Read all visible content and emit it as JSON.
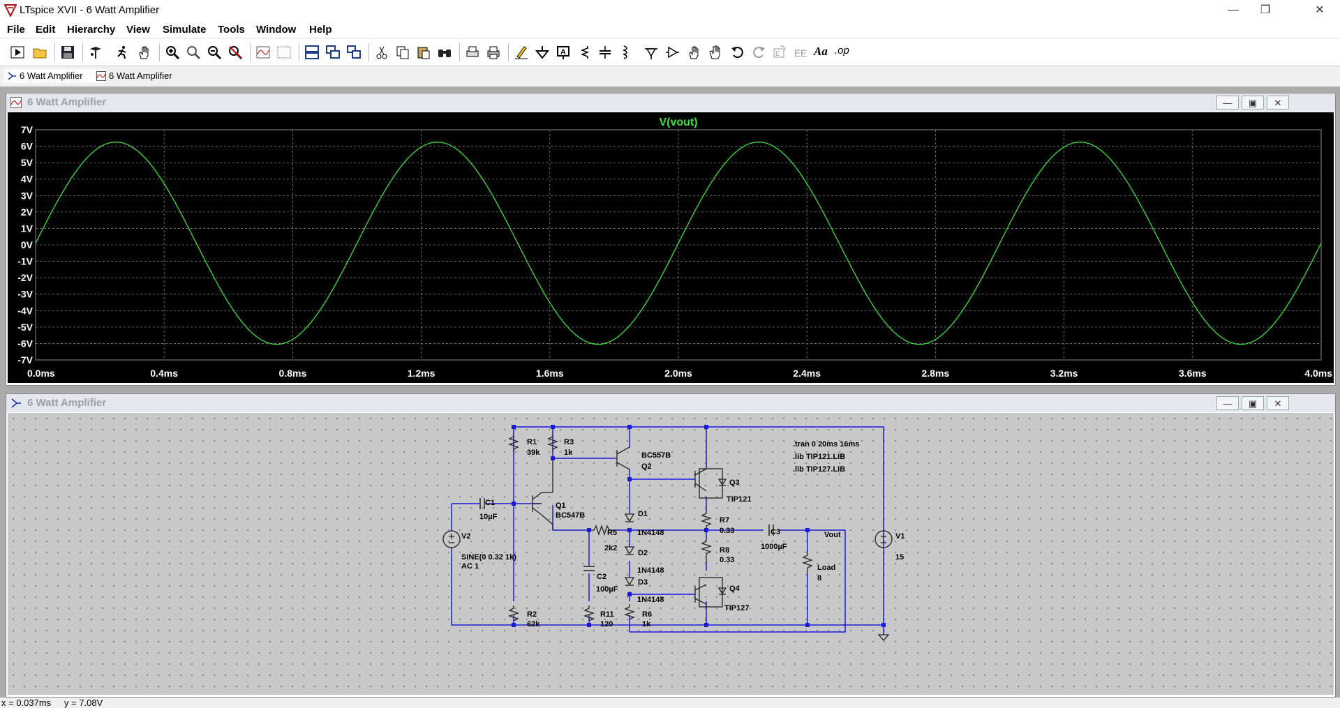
{
  "window": {
    "title": "LTspice XVII - 6 Watt Amplifier",
    "controls": {
      "minimize": "—",
      "restore": "❐",
      "close": "✕"
    }
  },
  "menu": [
    "File",
    "Edit",
    "Hierarchy",
    "View",
    "Simulate",
    "Tools",
    "Window",
    "Help"
  ],
  "toolbar": {
    "icons": [
      "run-icon",
      "open-icon",
      "save-icon",
      "control-panel-icon",
      "run-man-icon",
      "pan-hand-icon",
      "zoom-in-icon",
      "zoom-rubber-icon",
      "zoom-out-icon",
      "zoom-cancel-icon",
      "autoscale-icon",
      "grid-icon",
      "tile-horizontal-icon",
      "tile-vertical-icon",
      "cascade-icon",
      "cut-icon",
      "copy-icon",
      "paste-icon",
      "find-icon",
      "print-preview-icon",
      "print-icon",
      "draw-wire-icon",
      "ground-icon",
      "label-net-icon",
      "resistor-icon",
      "capacitor-icon",
      "inductor-icon",
      "diode-icon",
      "component-icon",
      "move-icon",
      "drag-icon",
      "undo-icon",
      "redo-icon",
      "rotate-icon",
      "mirror-icon",
      "text-icon",
      "spice-directive-icon"
    ],
    "text_icons": {
      "text": "Aa",
      "op": ".op"
    }
  },
  "tabs": [
    {
      "label": "6 Watt Amplifier",
      "icon": "schematic-icon",
      "active": true
    },
    {
      "label": "6 Watt Amplifier",
      "icon": "waveform-icon",
      "active": false
    }
  ],
  "waveform_window": {
    "title": "6 Watt Amplifier",
    "buttons": {
      "minimize": "—",
      "restore": "▣",
      "close": "✕"
    }
  },
  "schematic_window": {
    "title": "6 Watt Amplifier",
    "buttons": {
      "minimize": "—",
      "restore": "▣",
      "close": "✕"
    }
  },
  "chart_data": {
    "type": "line",
    "title": "V(vout)",
    "xlabel": "",
    "ylabel": "",
    "x_unit": "ms",
    "y_unit": "V",
    "xlim": [
      0,
      4.0
    ],
    "ylim": [
      -7,
      7
    ],
    "xticks": [
      "0.0ms",
      "0.4ms",
      "0.8ms",
      "1.2ms",
      "1.6ms",
      "2.0ms",
      "2.4ms",
      "2.8ms",
      "3.2ms",
      "3.6ms",
      "4.0ms"
    ],
    "yticks": [
      "7V",
      "6V",
      "5V",
      "4V",
      "3V",
      "2V",
      "1V",
      "0V",
      "-1V",
      "-2V",
      "-3V",
      "-4V",
      "-5V",
      "-6V",
      "-7V"
    ],
    "grid": true,
    "series": [
      {
        "name": "V(vout)",
        "color": "#3ee03e",
        "amplitude": 6.15,
        "frequency_khz": 1,
        "offset": 0.1
      }
    ]
  },
  "schematic": {
    "directives": [
      ".tran 0 20ms 16ms",
      ".lib TIP121.LIB",
      ".lib TIP127.LIB"
    ],
    "components": [
      {
        "ref": "R1",
        "value": "39k"
      },
      {
        "ref": "R3",
        "value": "1k"
      },
      {
        "ref": "Q2",
        "value": "BC557B"
      },
      {
        "ref": "Q1",
        "value": "BC547B"
      },
      {
        "ref": "C1",
        "value": "10µF"
      },
      {
        "ref": "V2",
        "value": "SINE(0 0.32 1k)",
        "extra": "AC 1"
      },
      {
        "ref": "R5",
        "value": "2k2"
      },
      {
        "ref": "C2",
        "value": "100µF"
      },
      {
        "ref": "R2",
        "value": "62k"
      },
      {
        "ref": "R11",
        "value": "120"
      },
      {
        "ref": "R6",
        "value": "1k"
      },
      {
        "ref": "D1",
        "value": "1N4148"
      },
      {
        "ref": "D2",
        "value": "1N4148"
      },
      {
        "ref": "D3",
        "value": "1N4148"
      },
      {
        "ref": "Q3",
        "value": "TIP121"
      },
      {
        "ref": "Q4",
        "value": "TIP127"
      },
      {
        "ref": "R7",
        "value": "0.33"
      },
      {
        "ref": "R8",
        "value": "0.33"
      },
      {
        "ref": "C3",
        "value": "1000µF"
      },
      {
        "ref": "Load",
        "value": "8"
      },
      {
        "ref": "V1",
        "value": "15"
      }
    ],
    "net_labels": [
      "Vout"
    ]
  },
  "status": {
    "x": "x = 0.037ms",
    "y": "y = 7.08V"
  },
  "colors": {
    "trace": "#3ee03e",
    "plot_bg": "#000000",
    "grid": "#7f7f7f",
    "wire": "#1a1adb",
    "component": "#1a1a1a",
    "schematic_bg": "#c8c8c8"
  }
}
